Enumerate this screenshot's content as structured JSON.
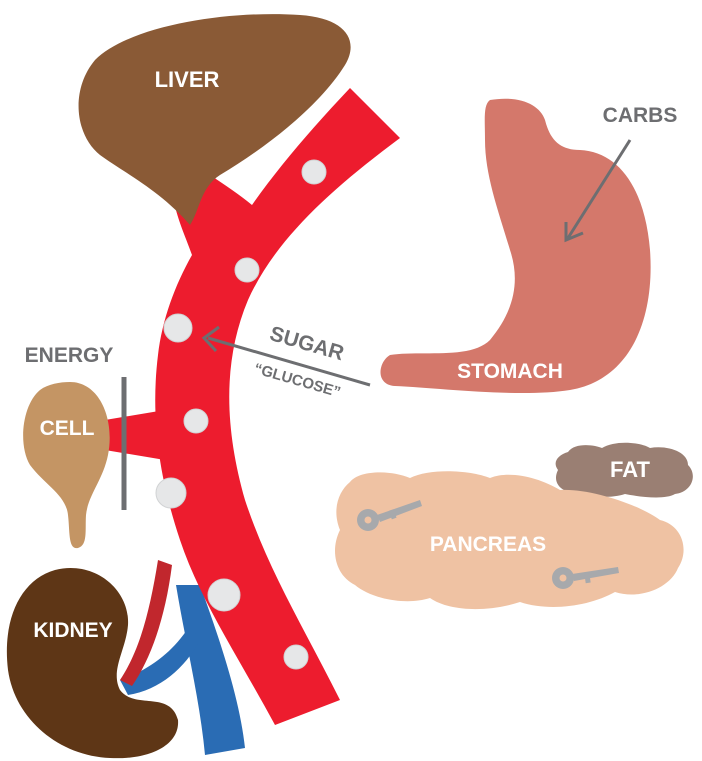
{
  "organs": {
    "liver": "LIVER",
    "stomach": "STOMACH",
    "cell": "CELL",
    "kidney": "KIDNEY",
    "fat": "FAT",
    "pancreas": "PANCREAS"
  },
  "annotations": {
    "carbs": "CARBS",
    "energy": "ENERGY",
    "sugar": "SUGAR",
    "glucose": "“GLUCOSE”"
  },
  "colors": {
    "liver": "#8a5a36",
    "stomach": "#d4786b",
    "cell": "#c49564",
    "kidney": "#5e3616",
    "fat": "#9a7f73",
    "pancreas": "#efc2a3",
    "blood_vessel": "#ed1c2e",
    "vein": "#2a6cb4",
    "glucose_particle": "#e6e7e8",
    "label_gray": "#6d6e71",
    "insulin_key": "#a7a9ac"
  }
}
